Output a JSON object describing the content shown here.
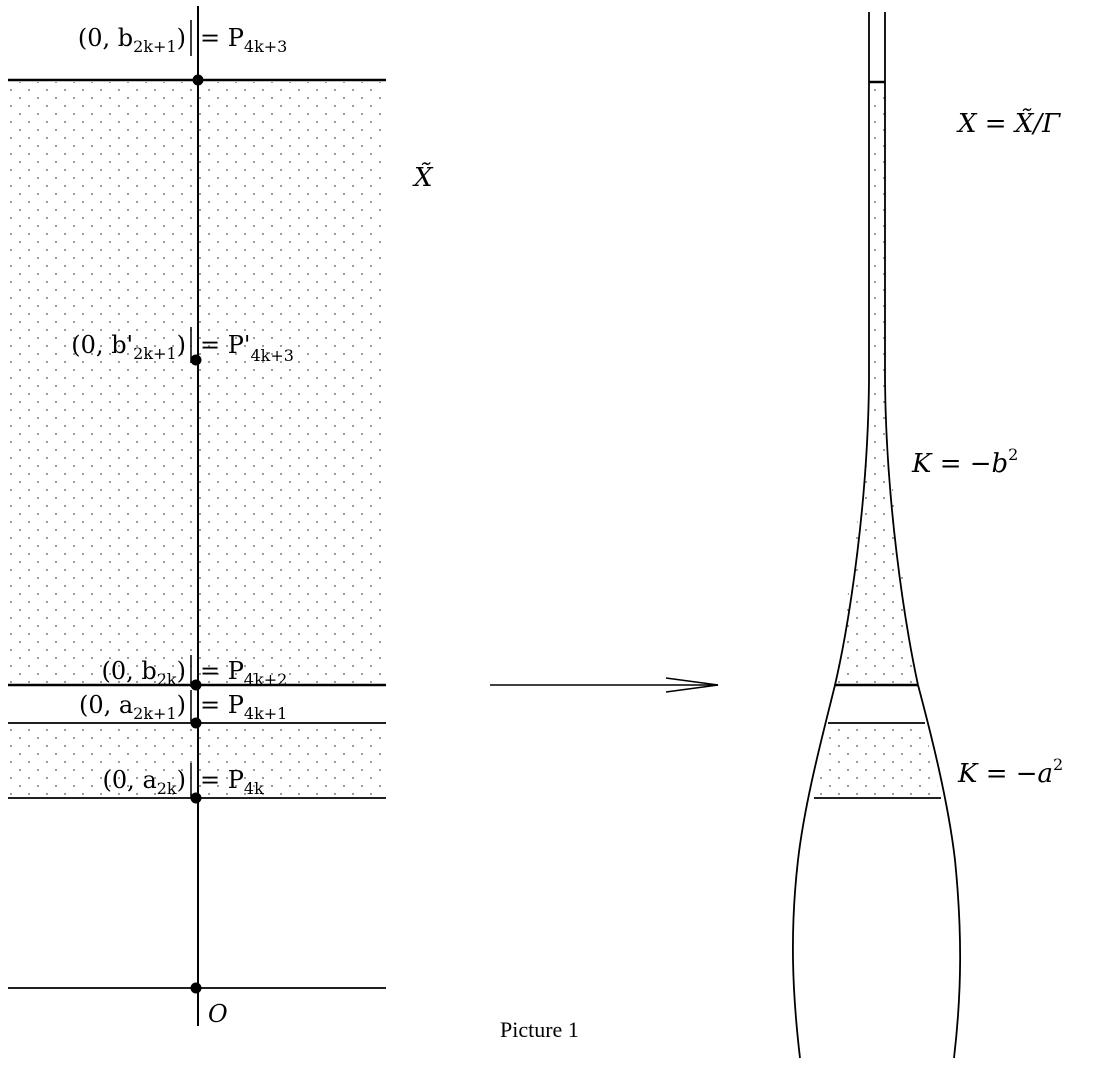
{
  "left_panel": {
    "space_label": "X̃",
    "origin_label": "O",
    "points": [
      {
        "coord": "(0, b",
        "sub": "2k+1",
        "close": ")",
        "eq": "= P",
        "psub": "4k+3"
      },
      {
        "coord": "(0, b'",
        "sub": "2k+1",
        "close": ")",
        "eq": "= P'",
        "psub": "4k+3"
      },
      {
        "coord": "(0, b",
        "sub": "2k",
        "close": ")",
        "eq": "= P",
        "psub": "4k+2"
      },
      {
        "coord": "(0, a",
        "sub": "2k+1",
        "close": ")",
        "eq": "= P",
        "psub": "4k+1"
      },
      {
        "coord": "(0, a",
        "sub": "2k",
        "close": ")",
        "eq": "= P",
        "psub": "4k"
      }
    ]
  },
  "right_panel": {
    "quotient_label": "X = X̃/Γ",
    "curvature_b": "K = −b",
    "curvature_b_exp": "2",
    "curvature_a": "K = −a",
    "curvature_a_exp": "2"
  },
  "caption": "Picture 1"
}
